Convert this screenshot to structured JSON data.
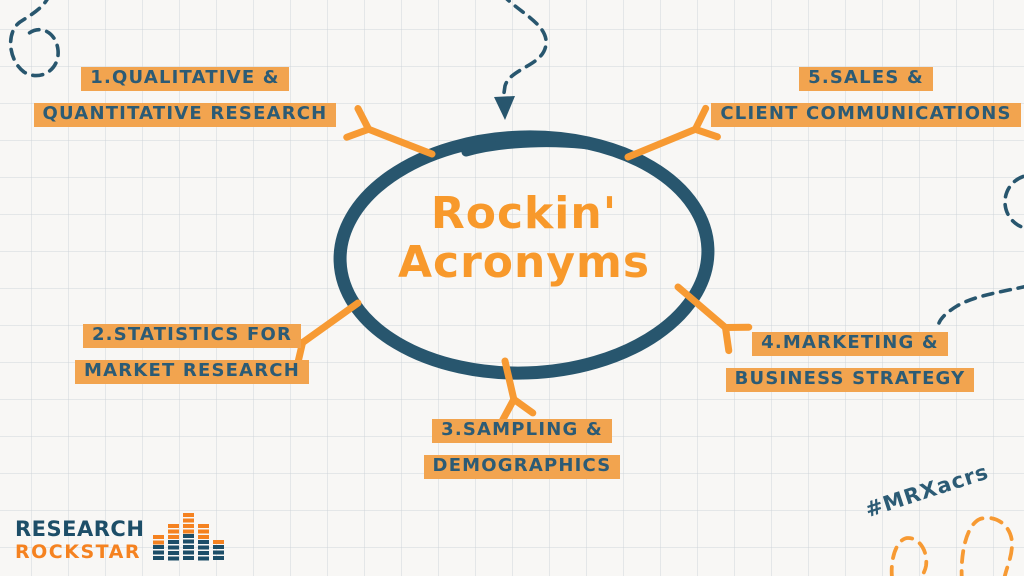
{
  "center": {
    "title_line1": "Rockin'",
    "title_line2": "Acronyms"
  },
  "nodes": [
    {
      "line1": "1.QUALITATIVE &",
      "line2": "QUANTITATIVE RESEARCH"
    },
    {
      "line1": "2.STATISTICS FOR",
      "line2": "MARKET RESEARCH"
    },
    {
      "line1": "3.SAMPLING &",
      "line2": "DEMOGRAPHICS"
    },
    {
      "line1": "4.MARKETING &",
      "line2": "BUSINESS STRATEGY"
    },
    {
      "line1": "5.SALES &",
      "line2": "CLIENT COMMUNICATIONS"
    }
  ],
  "logo": {
    "line1": "RESEARCH",
    "line2": "ROCKSTAR"
  },
  "footer": {
    "hashtag": "#MRXacrs"
  },
  "icons": {
    "equalizer": "audio-equalizer-bars",
    "pointer": "dashed-arrow-down"
  },
  "colors": {
    "teal": "#28566E",
    "text_teal": "#2C5B75",
    "box_orange": "#F2A44F",
    "title_orange": "#F8992B",
    "arrow_orange": "#F79A33",
    "logo_navy": "#1D4E68",
    "logo_orange": "#F58220"
  }
}
